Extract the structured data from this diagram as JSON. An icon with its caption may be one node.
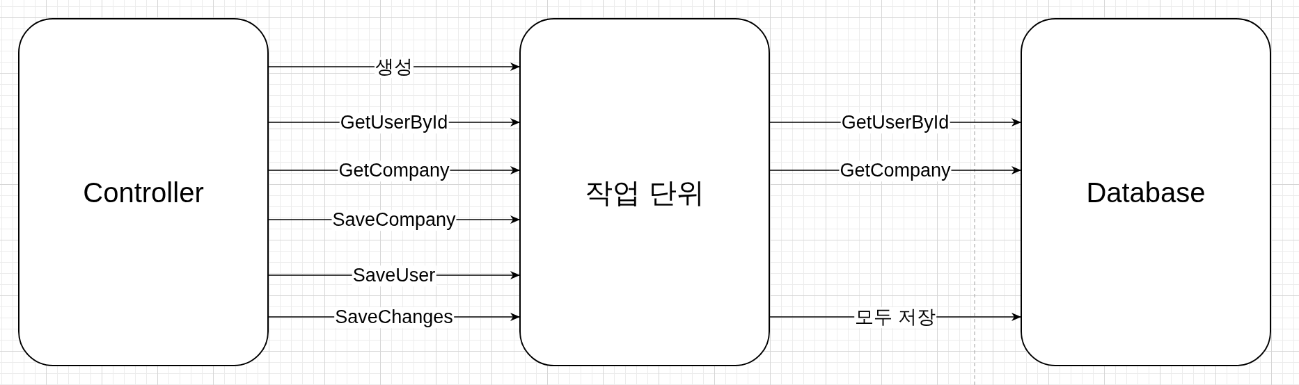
{
  "diagram": {
    "nodes": [
      {
        "text": [
          "Controller"
        ]
      },
      {
        "text": [
          "작업 단위"
        ]
      },
      {
        "text": [
          "Database"
        ]
      }
    ],
    "edges": [
      {
        "from": 0,
        "to": 1,
        "arrow": "to",
        "label": "생성"
      },
      {
        "from": 0,
        "to": 1,
        "arrow": "to",
        "label": "GetUserById"
      },
      {
        "from": 0,
        "to": 1,
        "arrow": "to",
        "label": "GetCompany"
      },
      {
        "from": 0,
        "to": 1,
        "arrow": "to",
        "label": "SaveCompany"
      },
      {
        "from": 0,
        "to": 1,
        "arrow": "to",
        "label": "SaveUser"
      },
      {
        "from": 0,
        "to": 1,
        "arrow": "to",
        "label": "SaveChanges"
      },
      {
        "from": 1,
        "to": 2,
        "arrow": "to",
        "label": "GetUserById"
      },
      {
        "from": 1,
        "to": 2,
        "arrow": "to",
        "label": "GetCompany"
      },
      {
        "from": 1,
        "to": 2,
        "arrow": "to",
        "label": "모두 저장"
      }
    ]
  }
}
